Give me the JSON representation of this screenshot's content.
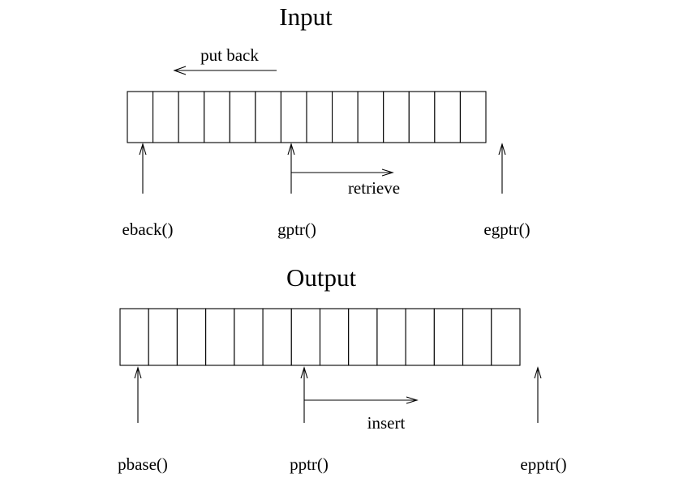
{
  "input": {
    "title": "Input",
    "cell_count": 14,
    "put_back_label": "put back",
    "retrieve_label": "retrieve",
    "pointers": {
      "begin": "eback()",
      "current": "gptr()",
      "end": "egptr()"
    }
  },
  "output": {
    "title": "Output",
    "cell_count": 14,
    "insert_label": "insert",
    "pointers": {
      "begin": "pbase()",
      "current": "pptr()",
      "end": "epptr()"
    }
  }
}
